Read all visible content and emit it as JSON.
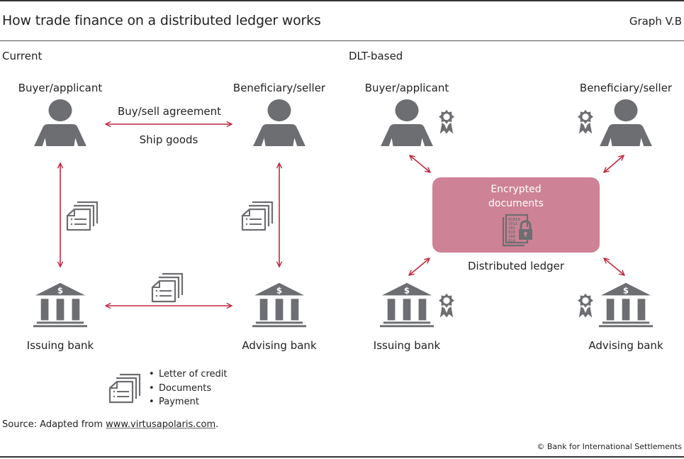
{
  "header": {
    "title": "How trade finance on a distributed ledger works",
    "graph_number": "Graph V.B"
  },
  "current": {
    "section_title": "Current",
    "buyer_label": "Buyer/applicant",
    "seller_label": "Beneficiary/seller",
    "top_link_labels": [
      "Buy/sell agreement",
      "Ship goods"
    ],
    "issuing_bank_label": "Issuing bank",
    "advising_bank_label": "Advising bank",
    "icons": {
      "person": "person-icon",
      "bank": "bank-icon",
      "documents": "document-stack-icon",
      "currency_symbol": "$"
    }
  },
  "dlt": {
    "section_title": "DLT-based",
    "buyer_label": "Buyer/applicant",
    "seller_label": "Beneficiary/seller",
    "issuing_bank_label": "Issuing bank",
    "advising_bank_label": "Advising bank",
    "ledger": {
      "inner_text_line1": "Encrypted",
      "inner_text_line2": "documents",
      "label": "Distributed ledger",
      "binary_lines": [
        "01010",
        "1011",
        "101",
        "010",
        "100",
        "010"
      ],
      "icon": "encrypted-document-lock-icon"
    },
    "icons": {
      "certificate": "certificate-rosette-icon"
    }
  },
  "legend": {
    "items": [
      "Letter of credit",
      "Documents",
      "Payment"
    ],
    "bullet": "•"
  },
  "footer": {
    "source_prefix": "Source: Adapted from ",
    "source_link": "www.virtusapolaris.com",
    "source_suffix": ".",
    "copyright": "© Bank for International Settlements"
  },
  "colors": {
    "arrow": "#c0293f",
    "icon_gray": "#6d6e71",
    "ledger_fill": "#cd8295",
    "rule": "#333333"
  }
}
